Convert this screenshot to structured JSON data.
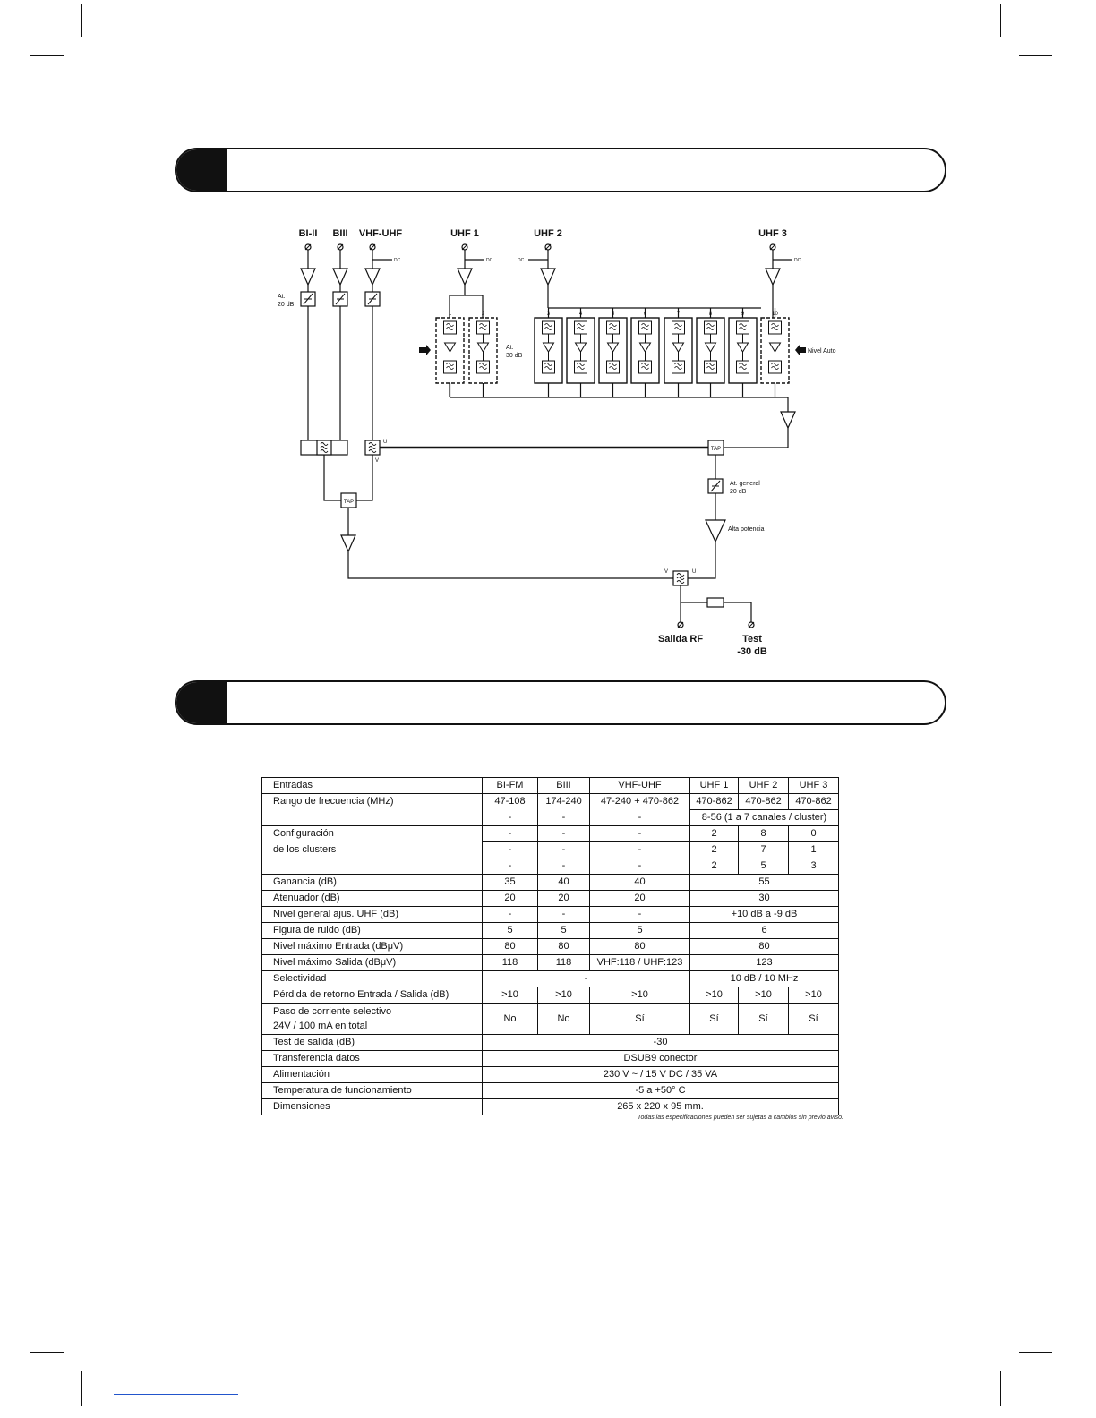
{
  "diagram": {
    "inputs": [
      "BI-II",
      "BIII",
      "VHF-UHF",
      "UHF 1",
      "UHF 2",
      "UHF 3"
    ],
    "dc_label": "DC",
    "attenuator_label": [
      "At.",
      "20 dB"
    ],
    "channel_numbers": [
      "1",
      "2",
      "3",
      "4",
      "5",
      "6",
      "7",
      "8",
      "9",
      "10"
    ],
    "cluster_att_label": [
      "At.",
      "30 dB"
    ],
    "nivel_auto_label": "Nivel Auto",
    "tap_label": "TAP",
    "u_label": "U",
    "v_label": "V",
    "general_att_label": [
      "At. general",
      "20 dB"
    ],
    "high_power_label": "Alta potencia",
    "output_label": "Salida RF",
    "test_label": [
      "Test",
      "-30 dB"
    ]
  },
  "specs": {
    "header": [
      "Entradas",
      "BI-FM",
      "BIII",
      "VHF-UHF",
      "UHF 1",
      "UHF 2",
      "UHF 3"
    ],
    "rango": {
      "label": "Rango de frecuencia (MHz)",
      "values": [
        "47-108",
        "174-240",
        "47-240 + 470-862",
        "470-862",
        "470-862",
        "470-862"
      ],
      "sub": [
        "-",
        "-",
        "-"
      ],
      "sub_uhf": "8-56 (1 a 7 canales / cluster)"
    },
    "config": {
      "label1": "Configuración",
      "label2": "de los clusters",
      "rows": [
        [
          "-",
          "-",
          "-",
          "2",
          "8",
          "0"
        ],
        [
          "-",
          "-",
          "-",
          "2",
          "7",
          "1"
        ],
        [
          "-",
          "-",
          "-",
          "2",
          "5",
          "3"
        ]
      ]
    },
    "ganancia": {
      "label": "Ganancia (dB)",
      "values": [
        "35",
        "40",
        "40",
        "55"
      ]
    },
    "atenuador": {
      "label": "Atenuador (dB)",
      "values": [
        "20",
        "20",
        "20",
        "30"
      ]
    },
    "nivel_general": {
      "label": "Nivel general ajus. UHF (dB)",
      "values": [
        "-",
        "-",
        "-",
        "+10 dB a -9 dB"
      ]
    },
    "ruido": {
      "label": "Figura de ruido (dB)",
      "values": [
        "5",
        "5",
        "5",
        "6"
      ]
    },
    "max_entrada": {
      "label": "Nivel máximo Entrada  (dBμV)",
      "values": [
        "80",
        "80",
        "80",
        "80"
      ]
    },
    "max_salida": {
      "label": "Nivel  máximo Salida  (dBμV)",
      "values": [
        "118",
        "118",
        "VHF:118 / UHF:123",
        "123"
      ]
    },
    "selectividad": {
      "label": "Selectividad",
      "values": [
        "-",
        "10 dB / 10 MHz"
      ]
    },
    "perdida": {
      "label": "Pérdida de retorno Entrada / Salida (dB)",
      "values": [
        ">10",
        ">10",
        ">10",
        ">10",
        ">10",
        ">10"
      ]
    },
    "paso": {
      "label1": "Paso de corriente selectivo",
      "label2": "24V / 100 mA en total",
      "values": [
        "No",
        "No",
        "Sí",
        "Sí",
        "Sí",
        "Sí"
      ]
    },
    "test": {
      "label": "Test de salida (dB)",
      "value": "-30"
    },
    "transferencia": {
      "label": "Transferencia datos",
      "value": "DSUB9 conector"
    },
    "alimentacion": {
      "label": "Alimentación",
      "value": "230 V ~ / 15 V DC / 35 VA"
    },
    "temperatura": {
      "label": "Temperatura de funcionamiento",
      "value": "-5 a +50° C"
    },
    "dimensiones": {
      "label": "Dimensiones",
      "value": "265 x 220 x 95 mm."
    },
    "footnote": "Todas las especificaciones pueden ser sujetas a cambios sin previo aviso."
  }
}
